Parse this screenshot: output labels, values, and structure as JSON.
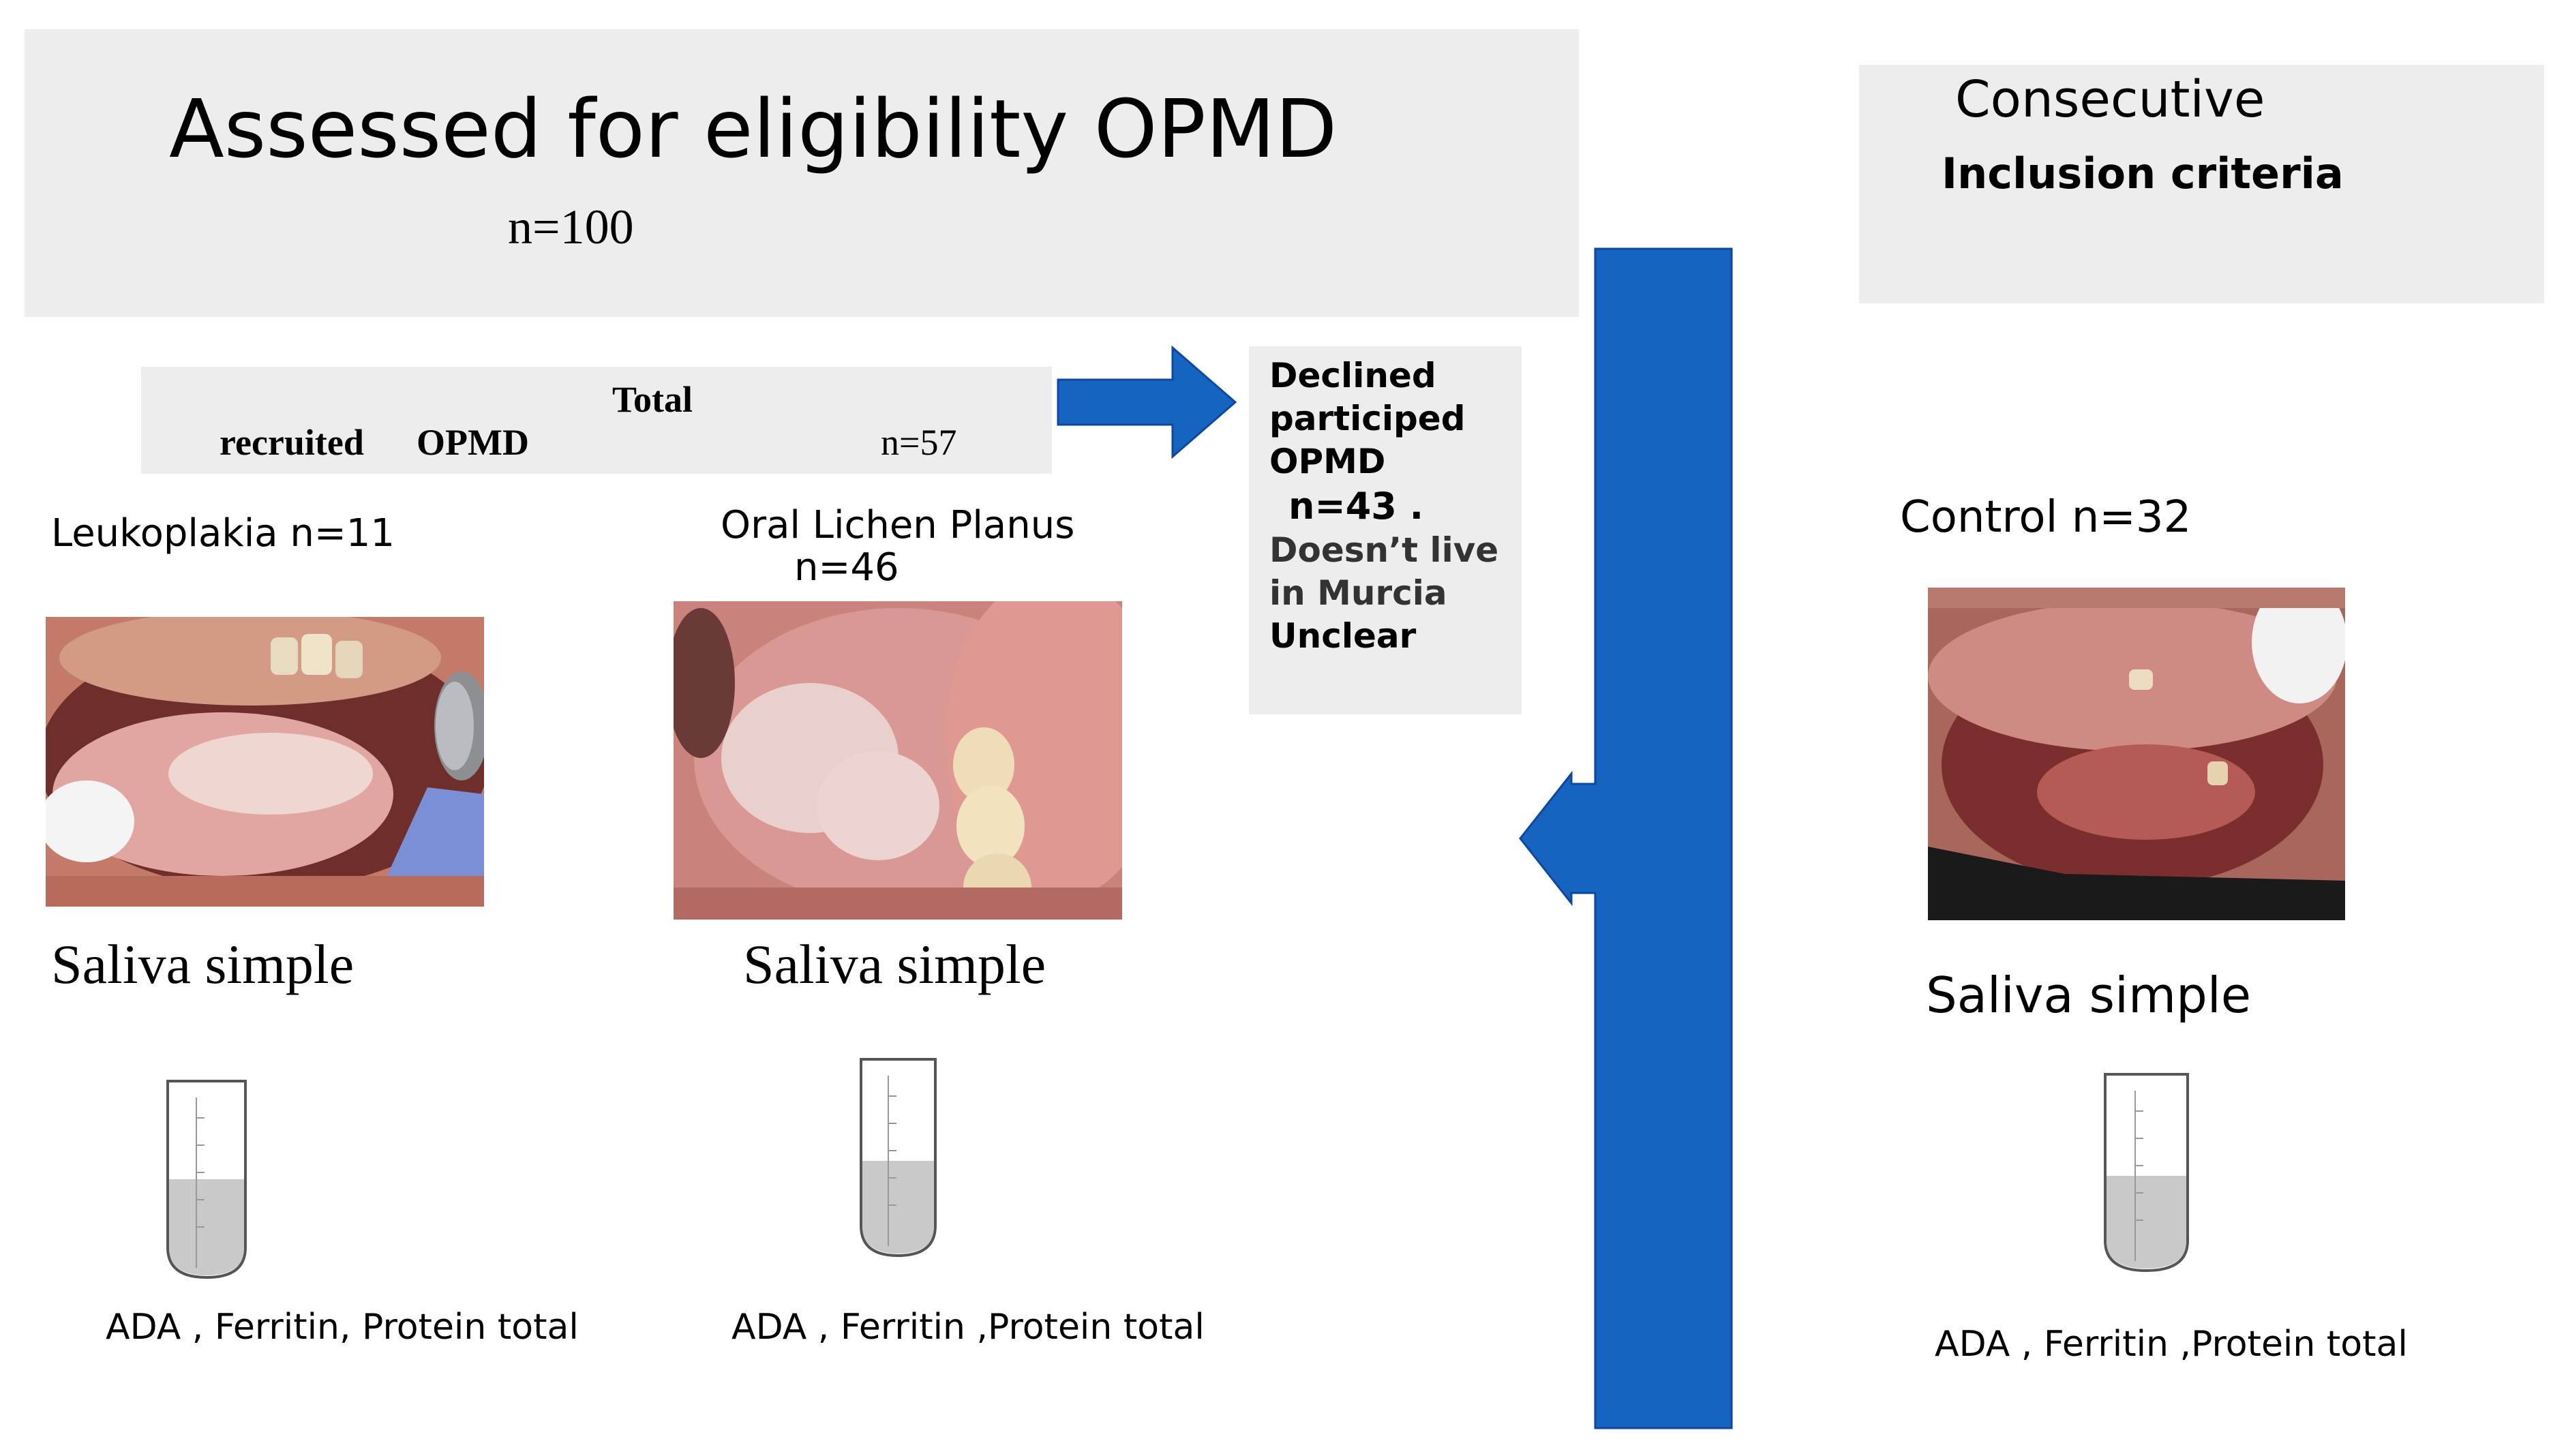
{
  "top_box": {
    "title": "Assessed for eligibility  OPMD",
    "n": "n=100"
  },
  "right_box": {
    "line1": "Consecutive",
    "line2": "Inclusion criteria"
  },
  "recruited_box": {
    "total": "Total",
    "recruited": "recruited",
    "opmd": "OPMD",
    "n": "n=57"
  },
  "declined_box": {
    "line1": "Declined",
    "line2": "participed",
    "line3": "OPMD",
    "line4": "n=43 .",
    "line5": "Doesn’t live",
    "line6": "in Murcia",
    "line7": "Unclear"
  },
  "groups": {
    "leukoplakia": {
      "label": "Leukoplakia   n=11",
      "sample": "Saliva simple",
      "tests": "ADA , Ferritin, Protein total"
    },
    "olp": {
      "label1": "Oral Lichen Planus",
      "label2": "n=46",
      "sample": "Saliva simple",
      "tests": "ADA , Ferritin ,Protein total"
    },
    "control": {
      "label": "Control n=32",
      "sample": "Saliva simple",
      "tests": "ADA , Ferritin ,Protein total"
    }
  },
  "colors": {
    "arrow_blue": "#1565c0",
    "box_gray": "#ededed"
  }
}
